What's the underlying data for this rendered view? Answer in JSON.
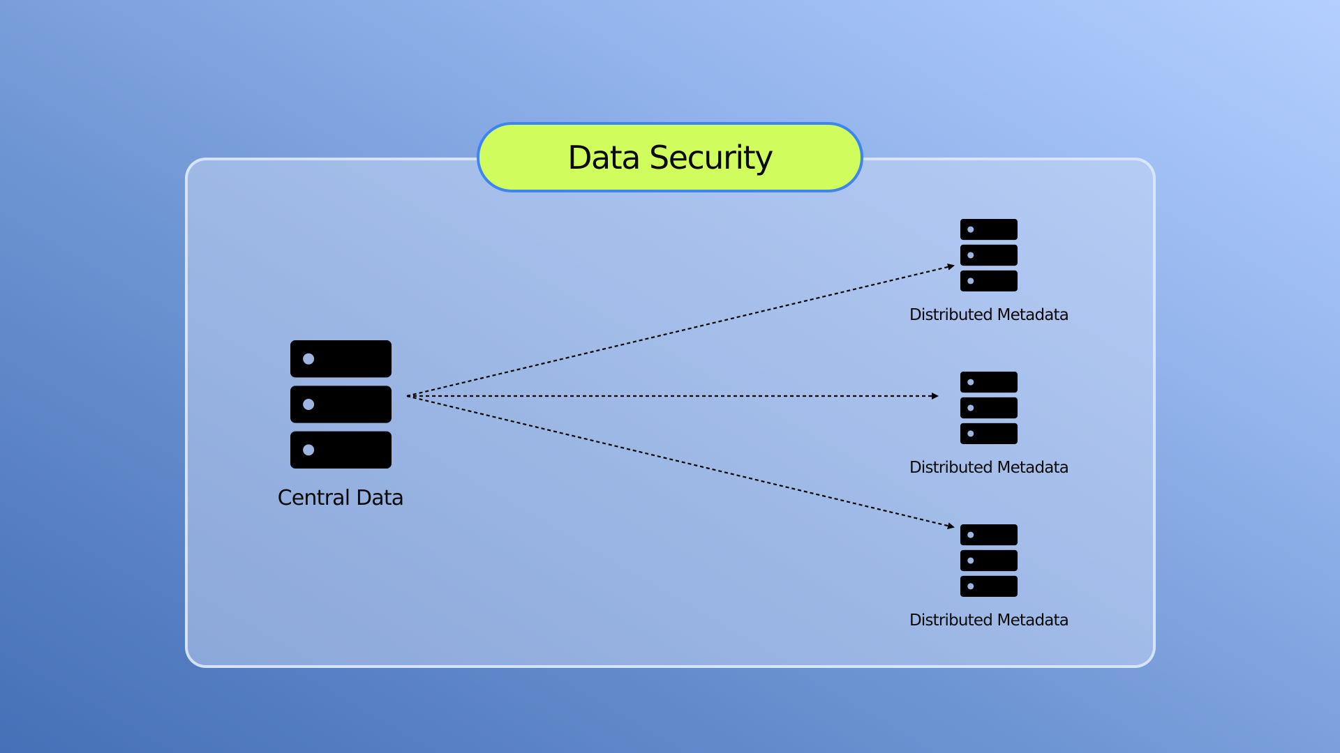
{
  "title": "Data Security",
  "colors": {
    "title_fill": "#d0fc5e",
    "title_border": "#3d85f0",
    "server": "#000000",
    "server_dot": "#9db5e0"
  },
  "nodes": {
    "central": {
      "label": "Central Data",
      "icon": "server-icon"
    },
    "targets": [
      {
        "label": "Distributed Metadata",
        "icon": "server-icon"
      },
      {
        "label": "Distributed Metadata",
        "icon": "server-icon"
      },
      {
        "label": "Distributed Metadata",
        "icon": "server-icon"
      }
    ]
  },
  "edges": [
    {
      "from": "central",
      "to": "targets.0",
      "style": "dotted-arrow"
    },
    {
      "from": "central",
      "to": "targets.1",
      "style": "dotted-arrow"
    },
    {
      "from": "central",
      "to": "targets.2",
      "style": "dotted-arrow"
    }
  ]
}
